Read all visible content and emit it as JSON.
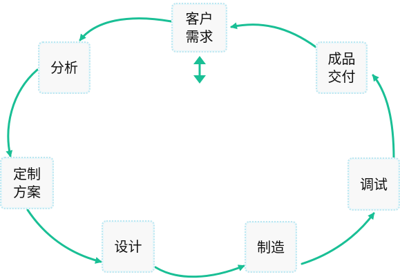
{
  "diagram": {
    "accent_color": "#19bf95",
    "nodes": [
      {
        "id": "customer-demand",
        "label": "客户\n需求"
      },
      {
        "id": "analysis",
        "label": "分析"
      },
      {
        "id": "custom-plan",
        "label": "定制\n方案"
      },
      {
        "id": "design",
        "label": "设计"
      },
      {
        "id": "manufacture",
        "label": "制造"
      },
      {
        "id": "debug",
        "label": "调试"
      },
      {
        "id": "delivery",
        "label": "成品\n交付"
      }
    ]
  }
}
